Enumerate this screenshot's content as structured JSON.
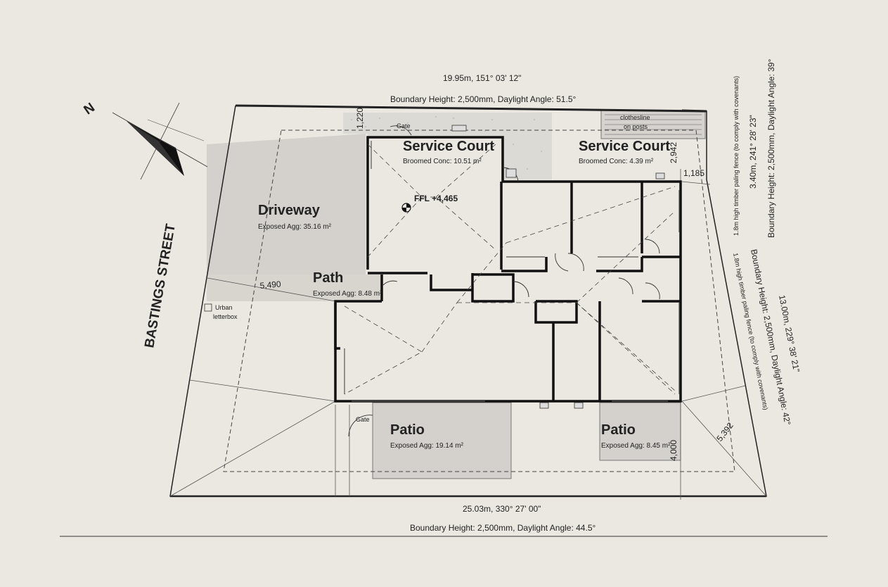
{
  "colors": {
    "background": "#ebe8e1",
    "paving": "#d4d1cc",
    "service_court": "#dcdad5",
    "wall": "#111111"
  },
  "street": "BASTINGS STREET",
  "north_label": "N",
  "boundaries": {
    "top_dim": "19.95m, 151° 03' 12\"",
    "top_height": "Boundary Height: 2,500mm, Daylight Angle: 51.5°",
    "right_upper_dim": "3.40m, 241° 28' 23\"",
    "right_upper_height": "Boundary Height: 2,500mm, Daylight Angle: 39°",
    "right_upper_fence": "1.8m high timber paling fence (to comply with covenants)",
    "right_lower_dim": "13.00m, 229° 38' 21\"",
    "right_lower_height": "Boundary Height: 2,500mm, Daylight Angle: 42°",
    "right_lower_fence": "1.8m high timber paling fence (to comply with covenants)",
    "bottom_dim": "25.03m, 330° 27' 00\"",
    "bottom_height": "Boundary Height: 2,500mm, Daylight Angle: 44.5°"
  },
  "areas": {
    "driveway": {
      "name": "Driveway",
      "detail": "Exposed Agg: 35.16 m²"
    },
    "path": {
      "name": "Path",
      "detail": "Exposed Agg: 8.48 m²"
    },
    "service_court_1": {
      "name": "Service Court",
      "detail": "Broomed Conc: 10.51 m²"
    },
    "service_court_2": {
      "name": "Service Court",
      "detail": "Broomed Conc: 4.39 m²"
    },
    "patio_1": {
      "name": "Patio",
      "detail": "Exposed Agg: 19.14 m²"
    },
    "patio_2": {
      "name": "Patio",
      "detail": "Exposed Agg: 8.45 m²"
    }
  },
  "labels": {
    "ffl": "FFL +4,465",
    "gate_top": "Gate",
    "gate_bottom": "Gate",
    "clothesline_1": "clothesline",
    "clothesline_2": "on posts",
    "letterbox_1": "Urban",
    "letterbox_2": "letterbox"
  },
  "dimensions": {
    "d_1220": "1,220",
    "d_5490": "5,490",
    "d_2942": "2,942",
    "d_1185": "1,185",
    "d_5392": "5,392",
    "d_4000": "4,000"
  }
}
